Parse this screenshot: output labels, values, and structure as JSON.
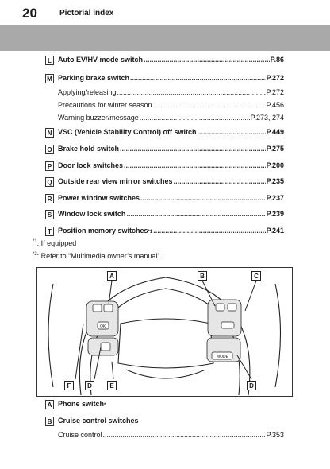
{
  "header": {
    "page_number": "20",
    "section_title": "Pictorial index"
  },
  "entries": [
    {
      "letter": "L",
      "label": "Auto EV/HV mode switch",
      "page": "P.86"
    },
    {
      "letter": "M",
      "label": "Parking brake switch",
      "page": "P.272"
    },
    {
      "letter": "N",
      "label": "VSC (Vehicle Stability Control) off switch",
      "page": "P.449"
    },
    {
      "letter": "O",
      "label": "Brake hold switch",
      "page": "P.275"
    },
    {
      "letter": "P",
      "label": "Door lock switches",
      "page": "P.200"
    },
    {
      "letter": "Q",
      "label": "Outside rear view mirror switches",
      "page": "P.235"
    },
    {
      "letter": "R",
      "label": "Power window switches",
      "page": "P.237"
    },
    {
      "letter": "S",
      "label": "Window lock switch",
      "page": "P.239"
    },
    {
      "letter": "T",
      "label": "Position memory switches",
      "sup": "*1",
      "page": "P.241"
    }
  ],
  "sub_entries": [
    {
      "label": "Applying/releasing",
      "page": "P.272"
    },
    {
      "label": "Precautions for winter season",
      "page": "P.456"
    },
    {
      "label": "Warning buzzer/message",
      "page": "P.273, 274"
    }
  ],
  "notes": [
    {
      "mark": "*1",
      "text": ": If equipped"
    },
    {
      "mark": "*2",
      "text": ": Refer to “Multimedia owner’s manual”."
    }
  ],
  "figure": {
    "callouts": [
      "A",
      "B",
      "C",
      "F",
      "D",
      "E",
      "D"
    ],
    "button_labels": {
      "ok": "OK",
      "mode": "MODE"
    }
  },
  "bottom_entries": [
    {
      "letter": "A",
      "label": "Phone switch",
      "sup": "*"
    },
    {
      "letter": "B",
      "label": "Cruise control switches"
    }
  ],
  "bottom_sub": {
    "label": "Cruise control",
    "page": "P.353"
  }
}
